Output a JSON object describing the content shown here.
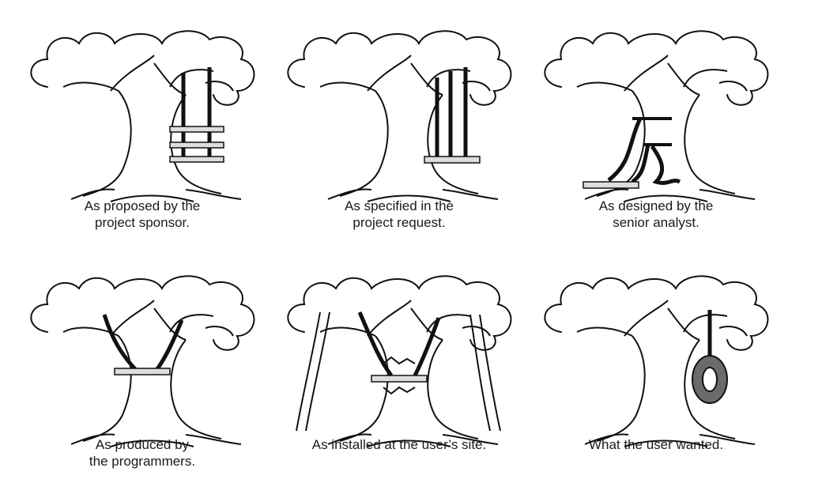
{
  "panels": [
    {
      "caption": [
        "As proposed by the",
        "project sponsor."
      ]
    },
    {
      "caption": [
        "As specified in the",
        "project request."
      ]
    },
    {
      "caption": [
        "As designed by the",
        "senior analyst."
      ]
    },
    {
      "caption": [
        "As produced by",
        "the programmers."
      ]
    },
    {
      "caption": [
        "As installed at the user’s site.",
        ""
      ]
    },
    {
      "caption": [
        "What the user wanted.",
        ""
      ]
    }
  ]
}
